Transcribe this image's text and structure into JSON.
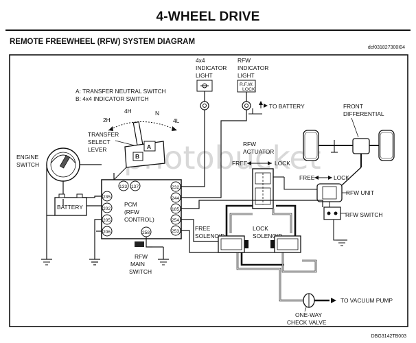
{
  "header": {
    "title": "4-WHEEL DRIVE",
    "subtitle": "REMOTE FREEWHEEL (RFW) SYSTEM DIAGRAM",
    "code_top": "dcf031827300I04",
    "code_bottom": "DBG3142TB003"
  },
  "watermark": "photobucket",
  "labels": {
    "legend_a": "A: TRANSFER NEUTRAL SWITCH",
    "legend_b": "B: 4x4 INDICATOR SWITCH",
    "ind4x4_1": "4x4",
    "ind4x4_2": "INDICATOR",
    "ind4x4_3": "LIGHT",
    "rfw_ind_1": "RFW",
    "rfw_ind_2": "INDICATOR",
    "rfw_ind_3": "LIGHT",
    "rfw_lamp_1": "R.F.W.",
    "rfw_lamp_2": "LOCK",
    "to_battery": "TO BATTERY",
    "front_diff_1": "FRONT",
    "front_diff_2": "DIFFERENTIAL",
    "shift_2h": "2H",
    "shift_4h": "4H",
    "shift_n": "N",
    "shift_4l": "4L",
    "lever_1": "TRANSFER",
    "lever_2": "SELECT",
    "lever_3": "LEVER",
    "engine_1": "ENGINE",
    "engine_2": "SWITCH",
    "battery": "BATTERY",
    "pcm_1": "PCM",
    "pcm_2": "(RFW",
    "pcm_3": "CONTROL)",
    "actuator_1": "RFW",
    "actuator_2": "ACTUATOR",
    "act_free": "FREE",
    "act_lock": "LOCK",
    "unit_free": "FREE",
    "unit_lock": "LOCK",
    "rfw_unit": "RFW UNIT",
    "rfw_switch": "RFW SWITCH",
    "free_sol_1": "FREE",
    "free_sol_2": "SOLENOID",
    "lock_sol_1": "LOCK",
    "lock_sol_2": "SOLENOID",
    "main_sw_1": "RFW",
    "main_sw_2": "MAIN",
    "main_sw_3": "SWITCH",
    "to_vacuum": "TO VACUUM PUMP",
    "check_valve_1": "ONE-WAY",
    "check_valve_2": "CHECK VALVE",
    "switch_a": "A",
    "switch_b": "B"
  },
  "pins": {
    "p133": "133",
    "p137": "137",
    "p232": "232",
    "p244": "244",
    "p185": "185",
    "p254": "254",
    "p253": "253",
    "p235": "235",
    "p202": "202",
    "p205": "205",
    "p206": "206",
    "p258": "258"
  }
}
